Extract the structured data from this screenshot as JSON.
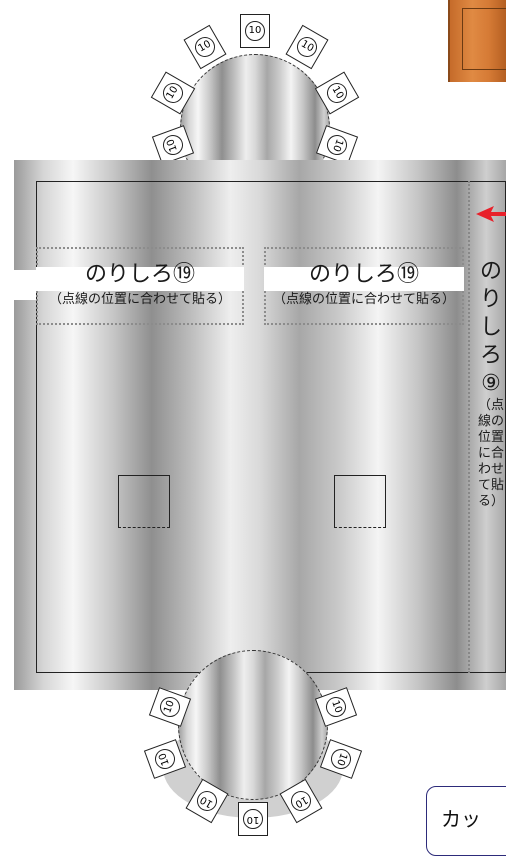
{
  "glue_tabs": [
    {
      "title": "のりしろ⑲",
      "note": "（点線の位置に合わせて貼る）"
    },
    {
      "title": "のりしろ⑲",
      "note": "（点線の位置に合わせて貼る）"
    }
  ],
  "side_glue": {
    "title": "のりしろ⑨",
    "note": "（点線の位置に合わせて貼る）"
  },
  "tab_number": "10",
  "cut_button": {
    "label": "カッ"
  },
  "colors": {
    "arrow": "#e8202a",
    "orange": "#d8782f",
    "cut_border": "#2d2b7a"
  },
  "icons": [
    "red-arrow-icon",
    "gear-tab-icon"
  ]
}
